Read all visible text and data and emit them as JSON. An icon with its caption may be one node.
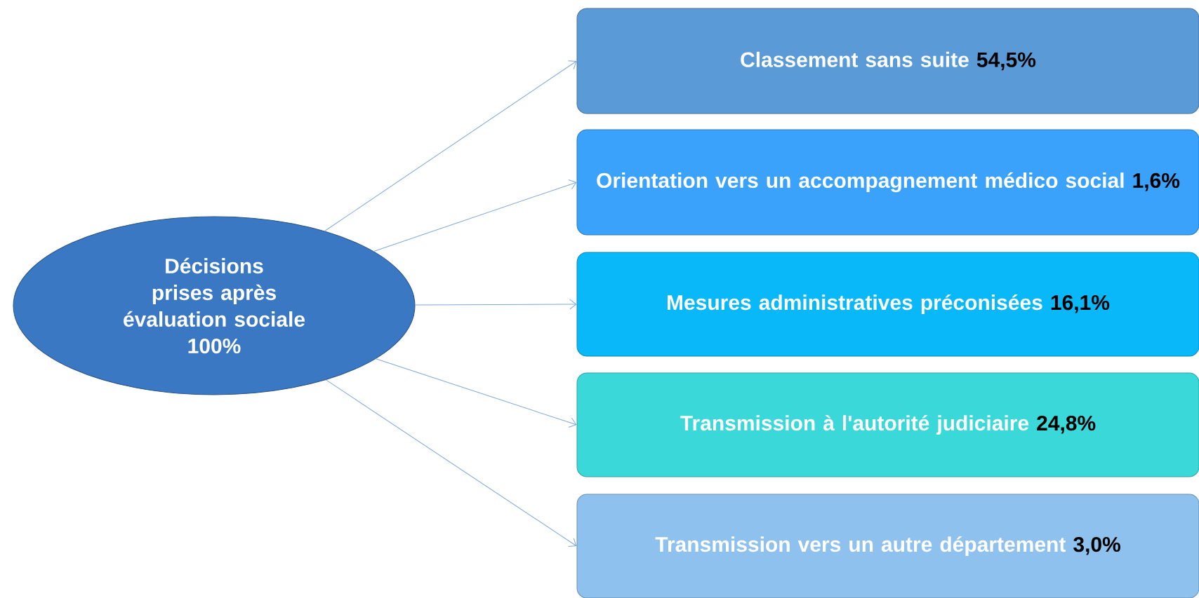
{
  "diagram": {
    "nodes": [
      {
        "text": [
          "Décisions prises après évaluation sociale",
          "100%"
        ]
      },
      {
        "text": [
          "Classement sans suite",
          "54,5%"
        ]
      },
      {
        "text": [
          "Orientation vers un accompagnement médico social",
          "1,6%"
        ]
      },
      {
        "text": [
          "Mesures administratives préconisées",
          "16,1%"
        ]
      },
      {
        "text": [
          "Transmission à  l'autorité judiciaire",
          "24,8%"
        ]
      },
      {
        "text": [
          "Transmission vers un autre département",
          "3,0%"
        ]
      }
    ],
    "edges": [
      {
        "from": 0,
        "to": 1,
        "arrow": "to"
      },
      {
        "from": 0,
        "to": 2,
        "arrow": "to"
      },
      {
        "from": 0,
        "to": 3,
        "arrow": "to"
      },
      {
        "from": 0,
        "to": 4,
        "arrow": "to"
      },
      {
        "from": 0,
        "to": 5,
        "arrow": "to"
      }
    ]
  }
}
